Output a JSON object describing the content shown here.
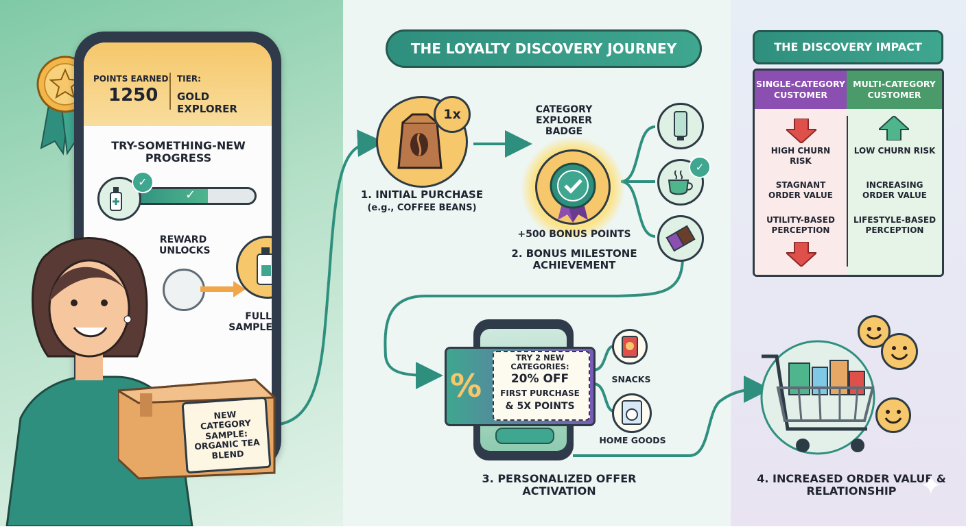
{
  "title": "THE LOYALTY DISCOVERY JOURNEY",
  "phone": {
    "points_label": "POINTS EARNED:",
    "points_value": "1250",
    "tier_label": "TIER:",
    "tier_value": "GOLD EXPLORER",
    "progress_title": "TRY-SOMETHING-NEW PROGRESS",
    "progress_fraction": 0.62,
    "reward_label": "REWARD UNLOCKS",
    "sample_choice": "FULL-SIZE SAMPLE CHOICE"
  },
  "box_label": "NEW CATEGORY SAMPLE: ORGANIC TEA BLEND",
  "steps": {
    "step1_badge": "1x",
    "step1_title": "1. INITIAL PURCHASE",
    "step1_sub": "(e.g., COFFEE BEANS)",
    "badge_title": "CATEGORY EXPLORER BADGE",
    "bonus_points": "+500 BONUS POINTS",
    "step2_title": "2. BONUS MILESTONE ACHIEVEMENT",
    "coupon_line1": "TRY 2 NEW CATEGORIES:",
    "coupon_line2": "20% OFF",
    "coupon_line3": "FIRST PURCHASE",
    "coupon_line4": "& 5X POINTS",
    "cat_snacks": "SNACKS",
    "cat_home": "HOME GOODS",
    "step3_title": "3. PERSONALIZED OFFER ACTIVATION",
    "step4_title": "4. INCREASED ORDER VALUE & RELATIONSHIP"
  },
  "impact": {
    "title": "THE DISCOVERY IMPACT",
    "single_header": "SINGLE-CATEGORY CUSTOMER",
    "multi_header": "MULTI-CATEGORY CUSTOMER",
    "single_items": [
      "HIGH CHURN RISK",
      "STAGNANT ORDER VALUE",
      "UTILITY-BASED PERCEPTION"
    ],
    "multi_items": [
      "LOW CHURN RISK",
      "INCREASING ORDER VALUE",
      "LIFESTYLE-BASED PERCEPTION"
    ]
  },
  "colors": {
    "teal": "#2f8f7e",
    "purple": "#8a4fb0",
    "green": "#4a9a6a",
    "gold": "#f6c76b",
    "red": "#e0504a"
  }
}
